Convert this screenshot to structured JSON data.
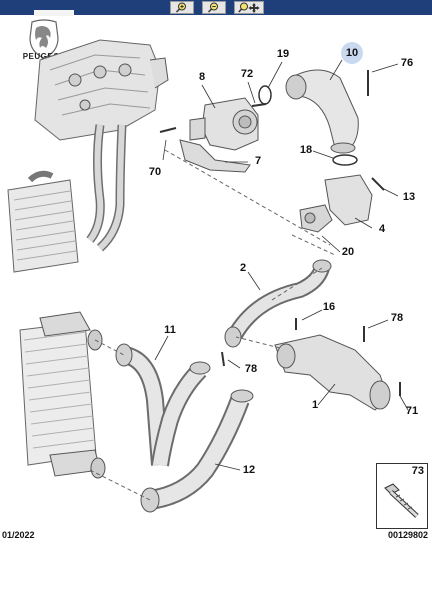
{
  "brand": {
    "name": "PEUGEOT"
  },
  "toolbar": {
    "buttons": [
      {
        "name": "zoom-in-button",
        "icon": "zoom-in-icon"
      },
      {
        "name": "zoom-out-button",
        "icon": "zoom-out-icon"
      },
      {
        "name": "zoom-fit-button",
        "icon": "zoom-move-icon"
      }
    ]
  },
  "callouts": {
    "c1": "1",
    "c2": "2",
    "c4": "4",
    "c7": "7",
    "c8": "8",
    "c10": "10",
    "c11": "11",
    "c12": "12",
    "c13": "13",
    "c16": "16",
    "c18": "18",
    "c19": "19",
    "c20": "20",
    "c70": "70",
    "c71": "71",
    "c72": "72",
    "c76": "76",
    "c78a": "78",
    "c78b": "78"
  },
  "inset": {
    "label": "73"
  },
  "footer": {
    "date": "01/2022",
    "reference": "00129802"
  },
  "colors": {
    "header": "#1e3f7a",
    "highlight": "#c9d9ef"
  }
}
